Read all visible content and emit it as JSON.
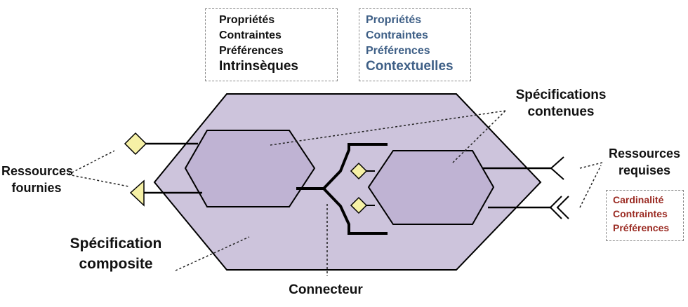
{
  "colors": {
    "hex_fill": "#cdc4dc",
    "hex_fill_inner": "#bfb3d3",
    "hex_stroke": "#000000",
    "diamond_fill": "#f6f1a6",
    "blue_text": "#3e5f86",
    "red_text": "#9a2a22",
    "dashed_border": "#8a8a8a"
  },
  "boxes": {
    "intrinsic": {
      "lines": [
        "Propriétés",
        "Contraintes",
        "Préférences",
        "Intrinsèques"
      ]
    },
    "contextual": {
      "lines": [
        "Propriétés",
        "Contraintes",
        "Préférences",
        "Contextuelles"
      ]
    },
    "required_attrs": {
      "lines": [
        "Cardinalité",
        "Contraintes",
        "Préférences"
      ]
    }
  },
  "labels": {
    "contained_specs": [
      "Spécifications",
      "contenues"
    ],
    "provided_resources": [
      "Ressources",
      "fournies"
    ],
    "required_resources": [
      "Ressources",
      "requises"
    ],
    "composite_spec": [
      "Spécification",
      "composite"
    ],
    "connector": "Connecteur"
  },
  "icons": {
    "provided_port_diamond": "diamond-icon",
    "provided_port_triangle": "triangle-icon",
    "required_port_single": "single-chevron-icon",
    "required_port_double": "double-chevron-icon"
  }
}
